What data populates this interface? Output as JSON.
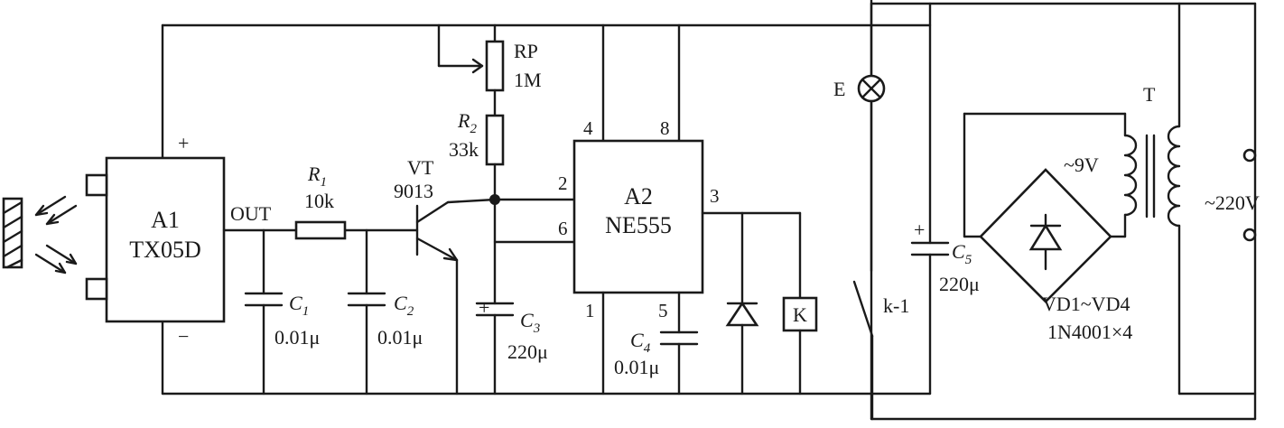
{
  "a1": {
    "ref": "A1",
    "part": "TX05D",
    "plus": "+",
    "minus": "−",
    "out": "OUT"
  },
  "r1": {
    "ref": "R",
    "sub": "1",
    "value": "10k"
  },
  "c1": {
    "ref": "C",
    "sub": "1",
    "value": "0.01μ"
  },
  "c2": {
    "ref": "C",
    "sub": "2",
    "value": "0.01μ"
  },
  "vt": {
    "ref": "VT",
    "part": "9013"
  },
  "rp": {
    "ref": "RP",
    "value": "1M"
  },
  "r2": {
    "ref": "R",
    "sub": "2",
    "value": "33k"
  },
  "c3": {
    "ref": "C",
    "sub": "3",
    "plus": "+",
    "value": "220μ"
  },
  "a2": {
    "ref": "A2",
    "part": "NE555",
    "pins": {
      "p4": "4",
      "p8": "8",
      "p2": "2",
      "p6": "6",
      "p3": "3",
      "p1": "1",
      "p5": "5"
    }
  },
  "c4": {
    "ref": "C",
    "sub": "4",
    "value": "0.01μ"
  },
  "relay": {
    "ref": "K"
  },
  "lamp": {
    "ref": "E"
  },
  "switch": {
    "ref": "k-1"
  },
  "c5": {
    "ref": "C",
    "sub": "5",
    "plus": "+",
    "value": "220μ"
  },
  "bridge": {
    "ref": "VD1~VD4",
    "part": "1N4001×4"
  },
  "transformer": {
    "ref": "T",
    "secondary": "~9V",
    "mains": "~220V"
  }
}
